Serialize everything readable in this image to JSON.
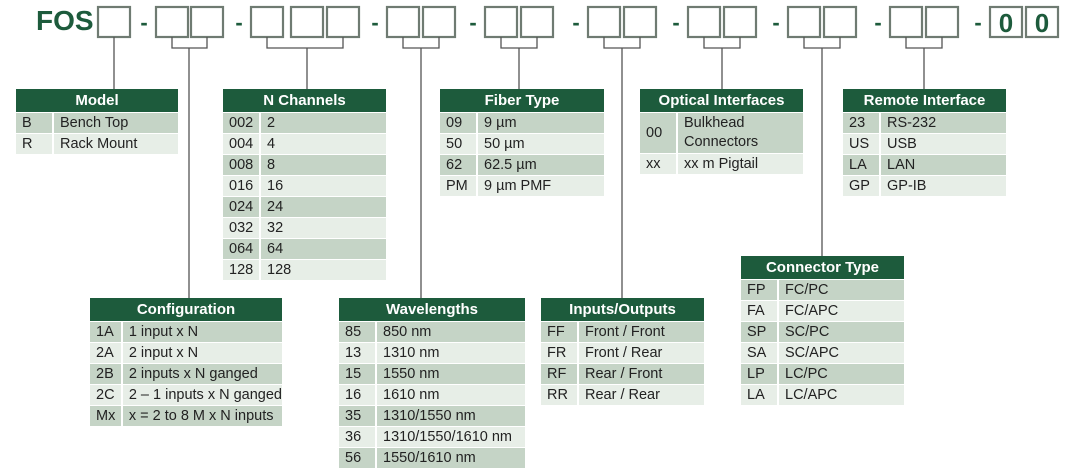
{
  "part_number": {
    "prefix": "FOS",
    "dash": "-",
    "fixed_digits": [
      "0",
      "0"
    ]
  },
  "colors": {
    "header_bg": "#1d5b3c",
    "row_dark": "#c5d4c6",
    "row_light": "#e7eee7",
    "box_border": "#6f7b72",
    "connector_line": "#555555"
  },
  "tables": [
    {
      "title": "Model",
      "rows": [
        {
          "code": "B",
          "desc": "Bench Top"
        },
        {
          "code": "R",
          "desc": "Rack Mount"
        }
      ]
    },
    {
      "title": "N Channels",
      "rows": [
        {
          "code": "002",
          "desc": "2"
        },
        {
          "code": "004",
          "desc": "4"
        },
        {
          "code": "008",
          "desc": "8"
        },
        {
          "code": "016",
          "desc": "16"
        },
        {
          "code": "024",
          "desc": "24"
        },
        {
          "code": "032",
          "desc": "32"
        },
        {
          "code": "064",
          "desc": "64"
        },
        {
          "code": "128",
          "desc": "128"
        }
      ]
    },
    {
      "title": "Fiber Type",
      "rows": [
        {
          "code": "09",
          "desc": "9 µm"
        },
        {
          "code": "50",
          "desc": "50 µm"
        },
        {
          "code": "62",
          "desc": "62.5 µm"
        },
        {
          "code": "PM",
          "desc": "9 µm PMF"
        }
      ]
    },
    {
      "title": "Optical Interfaces",
      "rows": [
        {
          "code": "00",
          "desc": "Bulkhead Connectors"
        },
        {
          "code": "xx",
          "desc": "xx m Pigtail"
        }
      ]
    },
    {
      "title": "Remote Interface",
      "rows": [
        {
          "code": "23",
          "desc": "RS-232"
        },
        {
          "code": "US",
          "desc": "USB"
        },
        {
          "code": "LA",
          "desc": "LAN"
        },
        {
          "code": "GP",
          "desc": "GP-IB"
        }
      ]
    },
    {
      "title": "Configuration",
      "rows": [
        {
          "code": "1A",
          "desc": "1 input x N"
        },
        {
          "code": "2A",
          "desc": " 2 input x N"
        },
        {
          "code": "2B",
          "desc": "2 inputs x N ganged"
        },
        {
          "code": "2C",
          "desc": "2 – 1 inputs x N ganged"
        },
        {
          "code": "Mx",
          "desc": "x = 2 to 8 M x N inputs"
        }
      ]
    },
    {
      "title": "Wavelengths",
      "rows": [
        {
          "code": "85",
          "desc": "850 nm"
        },
        {
          "code": "13",
          "desc": "1310 nm"
        },
        {
          "code": "15",
          "desc": "1550 nm"
        },
        {
          "code": "16",
          "desc": "1610 nm"
        },
        {
          "code": "35",
          "desc": "1310/1550 nm"
        },
        {
          "code": "36",
          "desc": "1310/1550/1610 nm"
        },
        {
          "code": "56",
          "desc": "1550/1610 nm"
        }
      ]
    },
    {
      "title": "Inputs/Outputs",
      "rows": [
        {
          "code": "FF",
          "desc": "Front / Front"
        },
        {
          "code": "FR",
          "desc": "Front / Rear"
        },
        {
          "code": "RF",
          "desc": "Rear / Front"
        },
        {
          "code": "RR",
          "desc": "Rear / Rear"
        }
      ]
    },
    {
      "title": "Connector Type",
      "rows": [
        {
          "code": "FP",
          "desc": "FC/PC"
        },
        {
          "code": "FA",
          "desc": "FC/APC"
        },
        {
          "code": "SP",
          "desc": "SC/PC"
        },
        {
          "code": "SA",
          "desc": "SC/APC"
        },
        {
          "code": "LP",
          "desc": "LC/PC"
        },
        {
          "code": "LA",
          "desc": "LC/APC"
        }
      ]
    }
  ]
}
